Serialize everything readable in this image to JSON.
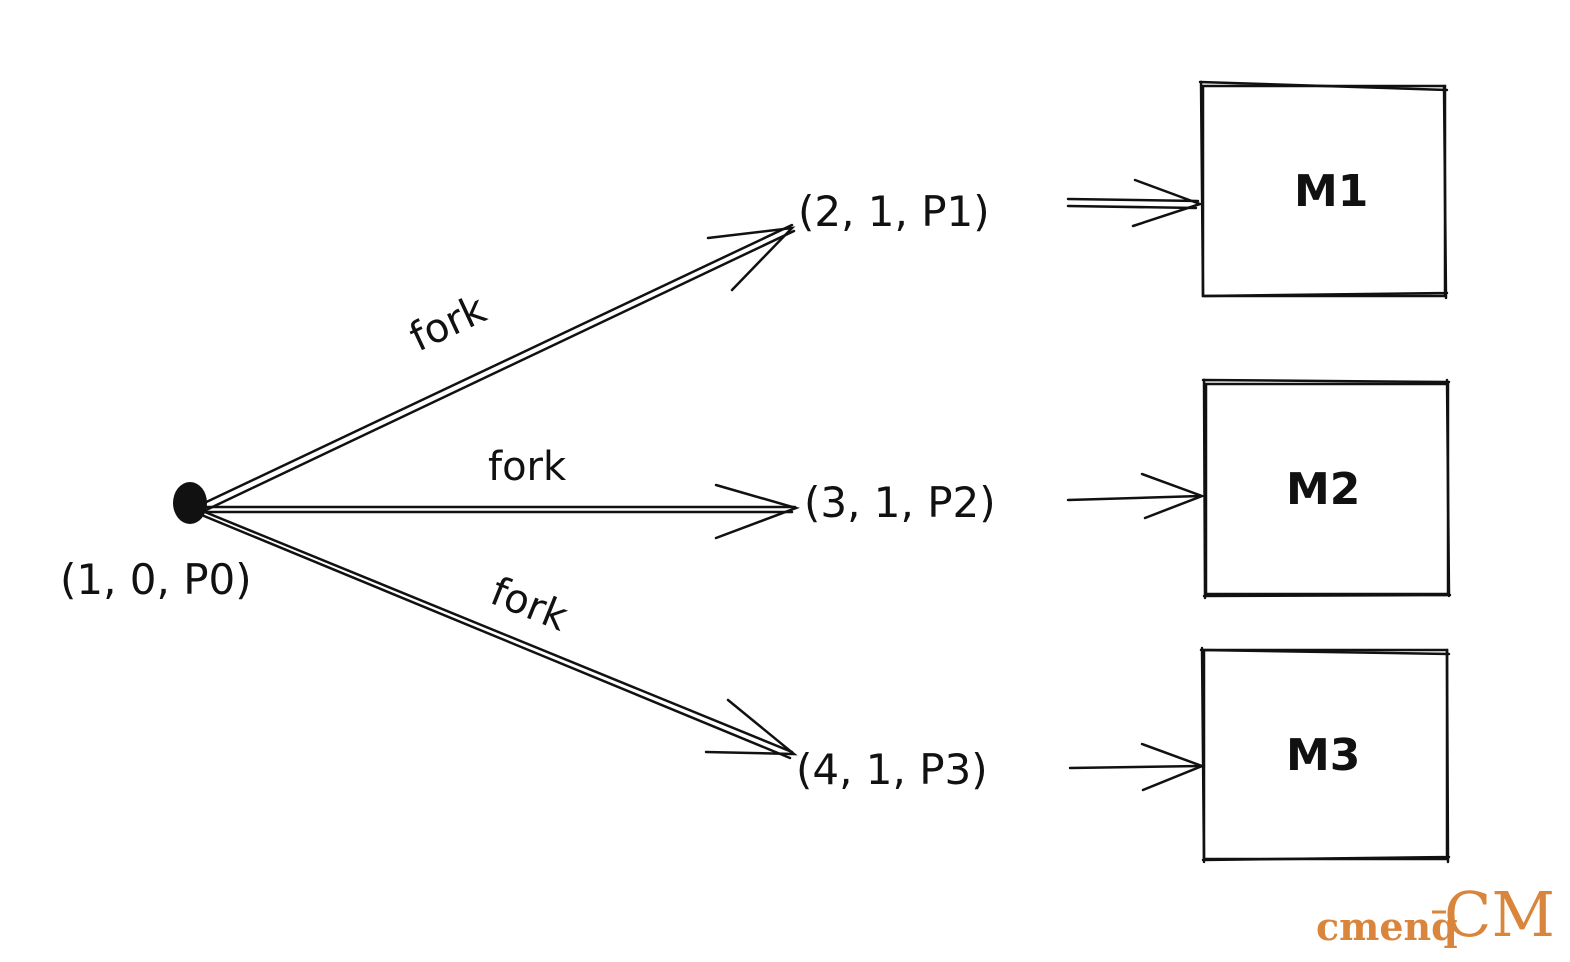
{
  "root": {
    "label": "(1, 0, P0)"
  },
  "edges": [
    {
      "label": "fork"
    },
    {
      "label": "fork"
    },
    {
      "label": "fork"
    }
  ],
  "children": [
    {
      "label": "(2, 1, P1)",
      "box": "M1"
    },
    {
      "label": "(3, 1, P2)",
      "box": "M2"
    },
    {
      "label": "(4, 1, P3)",
      "box": "M3"
    }
  ],
  "watermark": {
    "left": "cmenq",
    "right": "CM"
  },
  "colors": {
    "ink": "#111111",
    "watermark": "#d9853b",
    "background": "#ffffff"
  }
}
